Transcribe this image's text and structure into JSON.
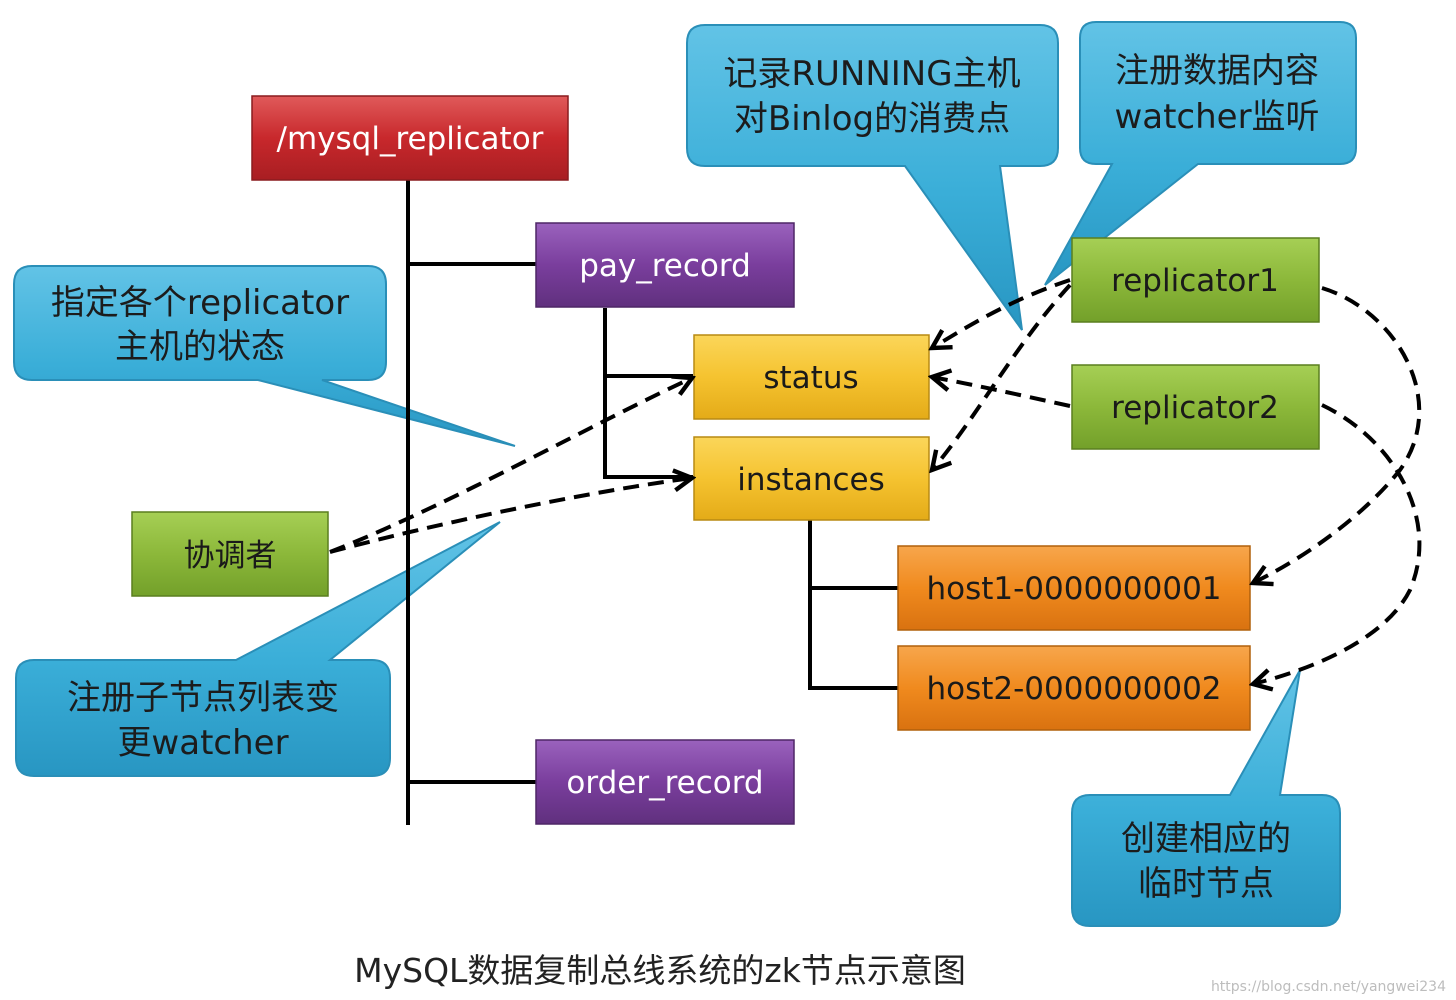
{
  "nodes": {
    "root": "/mysql_replicator",
    "pay_record": "pay_record",
    "status": "status",
    "instances": "instances",
    "order_record": "order_record",
    "replicator1": "replicator1",
    "replicator2": "replicator2",
    "coordinator": "协调者",
    "host1": "host1-0000000001",
    "host2": "host2-0000000002"
  },
  "callouts": {
    "running": [
      "记录RUNNING主机",
      "对Binlog的消费点"
    ],
    "register_data": [
      "注册数据内容",
      "watcher监听"
    ],
    "status_desc": [
      "指定各个replicator",
      "主机的状态"
    ],
    "child_watch": [
      "注册子节点列表变",
      "更watcher"
    ],
    "temp_node": [
      "创建相应的",
      "临时节点"
    ]
  },
  "caption": "MySQL数据复制总线系统的zk节点示意图",
  "watermark": "https://blog.csdn.net/yangwei234",
  "colors": {
    "red": "#c8282c",
    "purple": "#7a3e9d",
    "yellow": "#f5c330",
    "green": "#8cb83a",
    "orange": "#f08a1e",
    "callout": "#3aaed8"
  }
}
